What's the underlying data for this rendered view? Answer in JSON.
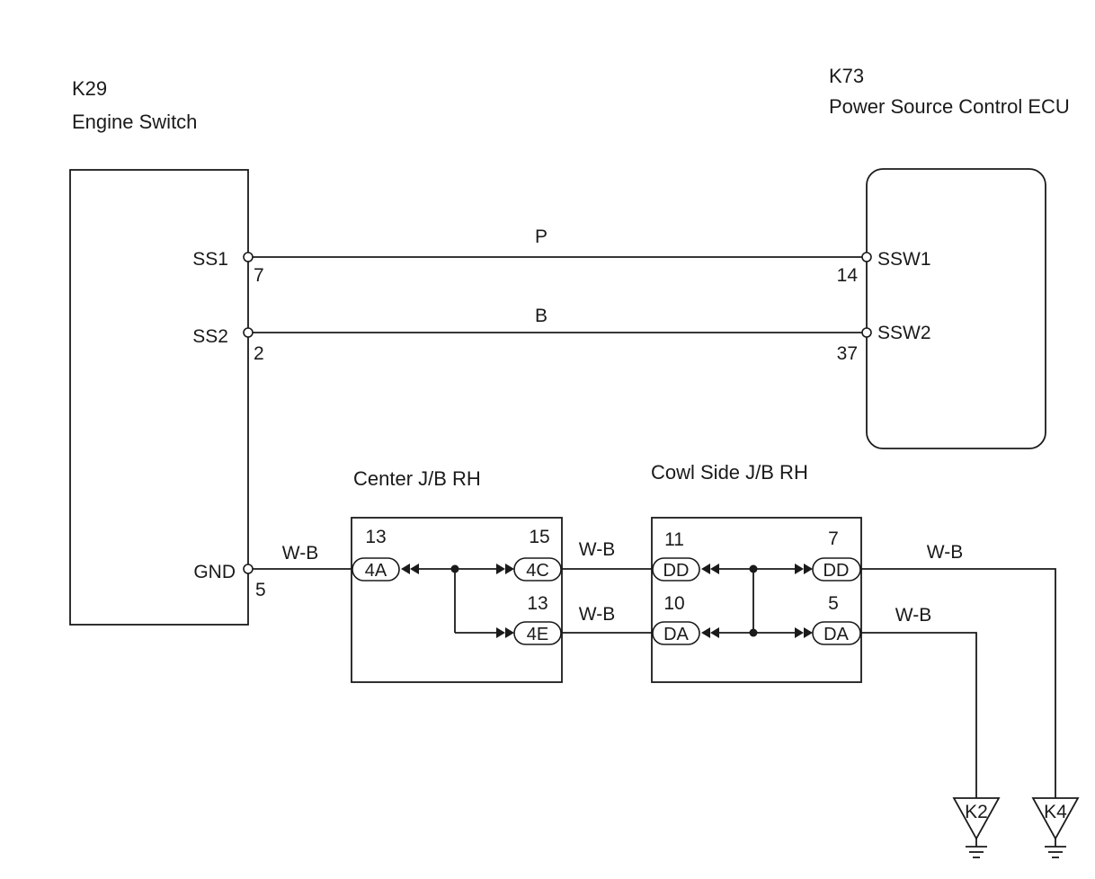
{
  "engine_switch": {
    "code": "K29",
    "name": "Engine Switch"
  },
  "ecu": {
    "code": "K73",
    "name": "Power Source Control ECU"
  },
  "engine_pins": {
    "ss1": {
      "name": "SS1",
      "num": "7"
    },
    "ss2": {
      "name": "SS2",
      "num": "2"
    },
    "gnd": {
      "name": "GND",
      "num": "5"
    }
  },
  "ecu_pins": {
    "ssw1": {
      "name": "SSW1",
      "num": "14"
    },
    "ssw2": {
      "name": "SSW2",
      "num": "37"
    }
  },
  "wires": {
    "ss1_color": "P",
    "ss2_color": "B",
    "gnd_color": "W-B",
    "cjb_top_out": "W-B",
    "cjb_bot_out": "W-B",
    "cowl_top_out": "W-B",
    "cowl_bot_out": "W-B"
  },
  "center_jb": {
    "title": "Center J/B RH",
    "in": {
      "code": "4A",
      "num": "13"
    },
    "out_top": {
      "code": "4C",
      "num": "15"
    },
    "out_bot": {
      "code": "4E",
      "num": "13"
    }
  },
  "cowl_jb": {
    "title": "Cowl Side J/B RH",
    "in_top": {
      "code": "DD",
      "num": "11"
    },
    "in_bot": {
      "code": "DA",
      "num": "10"
    },
    "out_top": {
      "code": "DD",
      "num": "7"
    },
    "out_bot": {
      "code": "DA",
      "num": "5"
    }
  },
  "grounds": {
    "k2": "K2",
    "k4": "K4"
  }
}
